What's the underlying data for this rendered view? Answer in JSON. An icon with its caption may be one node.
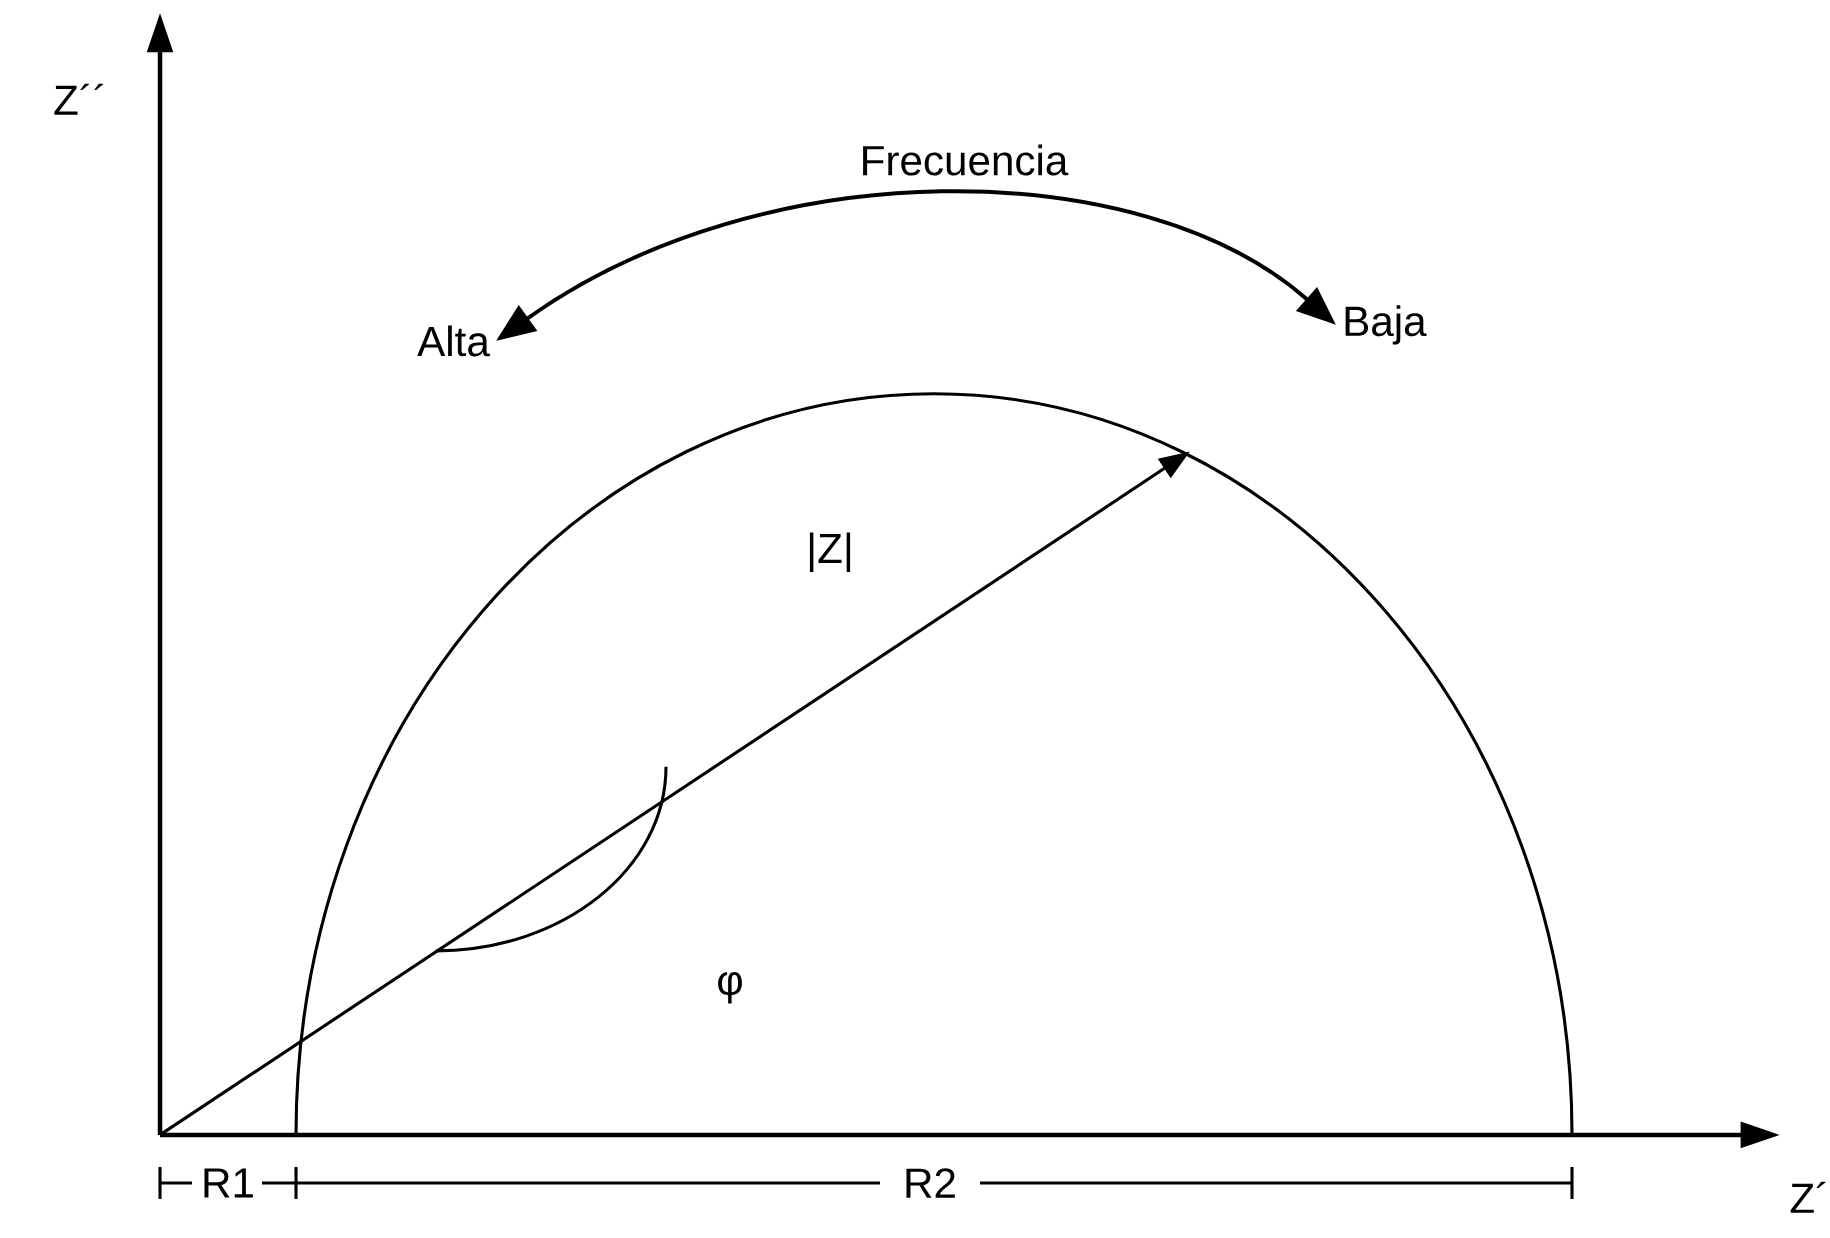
{
  "diagram": {
    "nodes": [
      {
        "text": [
          "Alta"
        ]
      },
      {
        "text": [
          "Baja"
        ]
      }
    ],
    "edges": [
      {
        "from": 0,
        "to": 1,
        "arrow": "both",
        "label": "Frecuencia"
      }
    ],
    "labels": [
      "Z´´",
      "|Z|",
      "φ",
      "R1",
      "R2",
      "Z´"
    ]
  }
}
